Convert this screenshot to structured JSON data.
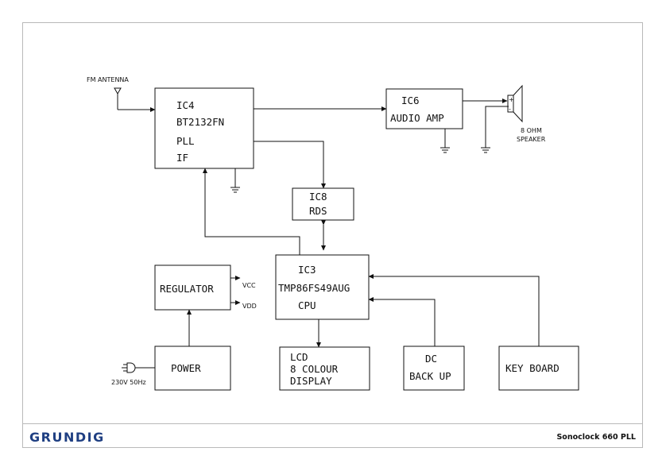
{
  "brand": "GRUNDIG",
  "model": "Sonoclock 660 PLL",
  "blocks": {
    "ic4": [
      "IC4",
      "BT2132FN",
      "PLL",
      "IF"
    ],
    "ic6": [
      "IC6",
      "AUDIO AMP"
    ],
    "ic8": [
      "IC8",
      "RDS"
    ],
    "ic3": [
      "IC3",
      "TMP86FS49AUG",
      "CPU"
    ],
    "regulator": "REGULATOR",
    "power": "POWER",
    "lcd": [
      "LCD",
      "8 COLOUR",
      "DISPLAY"
    ],
    "dc": [
      "DC",
      "BACK UP"
    ],
    "keyboard": "KEY BOARD"
  },
  "labels": {
    "antenna": "FM ANTENNA",
    "speaker": [
      "8 OHM",
      "SPEAKER"
    ],
    "vcc": "VCC",
    "vdd": "VDD",
    "mains": "230V 50Hz",
    "plus": "+",
    "minus": "-"
  }
}
